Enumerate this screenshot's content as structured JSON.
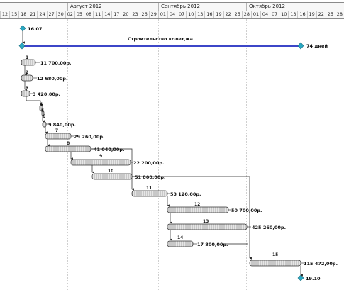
{
  "timescale": {
    "months": [
      "Август 2012",
      "Сентябрь 2012",
      "Октябрь 2012"
    ],
    "days": [
      "12",
      "15",
      "18",
      "21",
      "24",
      "27",
      "30",
      "02",
      "05",
      "08",
      "11",
      "14",
      "17",
      "20",
      "23",
      "26",
      "29",
      "01",
      "04",
      "07",
      "10",
      "13",
      "16",
      "19",
      "22",
      "25",
      "28",
      "01",
      "04",
      "07",
      "10",
      "13",
      "16",
      "19",
      "22",
      "25",
      "28"
    ]
  },
  "start_milestone": {
    "date": "16.07"
  },
  "summary": {
    "title": "Строительство коледжа",
    "duration": "74 дней"
  },
  "tasks": [
    {
      "id": "1",
      "cost": "11 700,00р."
    },
    {
      "id": "2",
      "cost": "12 680,00р."
    },
    {
      "id": "3",
      "cost": "3 420,00р."
    },
    {
      "id": "4",
      "cost": ""
    },
    {
      "id": "5",
      "cost": ""
    },
    {
      "id": "6",
      "cost": "9 840,00р."
    },
    {
      "id": "7",
      "cost": "29 260,00р."
    },
    {
      "id": "8",
      "cost": "41 040,00р."
    },
    {
      "id": "9",
      "cost": "22 200,00р."
    },
    {
      "id": "10",
      "cost": "51 800,00р."
    },
    {
      "id": "11",
      "cost": "53 120,00р."
    },
    {
      "id": "12",
      "cost": "50 700,00р."
    },
    {
      "id": "13",
      "cost": "425 260,00р."
    },
    {
      "id": "14",
      "cost": "17 800,00р."
    },
    {
      "id": "15",
      "cost": "115 472,00р."
    }
  ],
  "end_milestone": {
    "date": "19.10"
  },
  "colors": {
    "summary_bar": "#3c46c8",
    "milestone": "#2aa9c4",
    "task_fill": "#e6e6e6",
    "task_stroke": "#333333",
    "link": "#333333"
  }
}
